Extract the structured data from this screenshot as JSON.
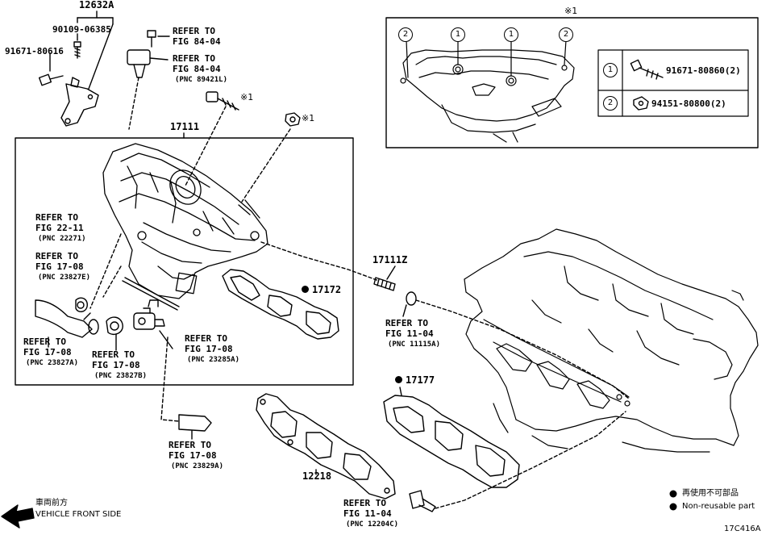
{
  "title_code": "12632A",
  "labels": {
    "pn_90109": "90109-06385",
    "pn_91671_left": "91671-80616",
    "ref_84_a_1": "REFER TO",
    "ref_84_a_2": "FIG 84-04",
    "ref_84_b_1": "REFER TO",
    "ref_84_b_2": "FIG 84-04",
    "ref_84_b_3": "(PNC 89421L)",
    "mark_x1_bolt": "※1",
    "mark_x1_nut": "※1",
    "pn_17111": "17111",
    "ref_2211_1": "REFER TO",
    "ref_2211_2": "FIG 22-11",
    "ref_2211_3": "(PNC 22271)",
    "ref_1708e_1": "REFER TO",
    "ref_1708e_2": "FIG 17-08",
    "ref_1708e_3": "(PNC 23827E)",
    "ref_1708a_1": "REFER TO",
    "ref_1708a_2": "FIG 17-08",
    "ref_1708a_3": "(PNC 23827A)",
    "ref_1708b_1": "REFER TO",
    "ref_1708b_2": "FIG 17-08",
    "ref_1708b_3": "(PNC 23827B)",
    "ref_1708h_1": "REFER TO",
    "ref_1708h_2": "FIG 17-08",
    "ref_1708h_3": "(PNC 23285A)",
    "pn_17172": "17172",
    "pn_17111z": "17111Z",
    "ref_1104a_1": "REFER TO",
    "ref_1104a_2": "FIG 11-04",
    "ref_1104a_3": "(PNC 11115A)",
    "pn_17177": "17177",
    "ref_1708c_1": "REFER TO",
    "ref_1708c_2": "FIG 17-08",
    "ref_1708c_3": "(PNC 23829A)",
    "pn_12218": "12218",
    "ref_1104c_1": "REFER TO",
    "ref_1104c_2": "FIG 11-04",
    "ref_1104c_3": "(PNC 12204C)",
    "front_jp": "車両前方",
    "front_en": "VEHICLE FRONT SIDE",
    "legend_jp": "再使用不可部品",
    "legend_en": "Non-reusable part",
    "figure_code": "17C416A"
  },
  "inset": {
    "mark": "※1",
    "callout_1": "1",
    "callout_2": "2",
    "callout_1b": "1",
    "callout_2b": "2",
    "table_key_1": "1",
    "table_key_2": "2",
    "table_pn_1": "91671-80860(2)",
    "table_pn_2": "94151-80800(2)"
  },
  "colors": {
    "ink": "#000000",
    "paper": "#ffffff"
  },
  "icons": [
    "bolt-icon",
    "nut-icon",
    "arrow-left-icon",
    "non-reusable-dot-icon"
  ]
}
